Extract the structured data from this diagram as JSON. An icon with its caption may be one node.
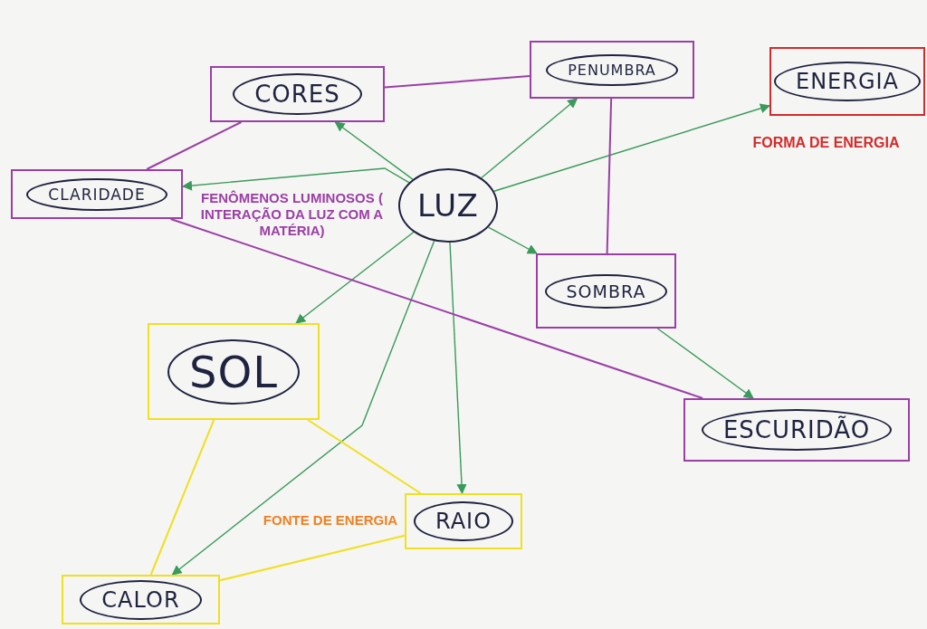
{
  "diagram": {
    "nodes": [
      {
        "text": [
          "LUZ"
        ]
      },
      {
        "text": [
          "CORES"
        ]
      },
      {
        "text": [
          "PENUMBRA"
        ]
      },
      {
        "text": [
          "ENERGIA"
        ]
      },
      {
        "text": [
          "CLARIDADE"
        ]
      },
      {
        "text": [
          "SOMBRA"
        ]
      },
      {
        "text": [
          "SOL"
        ]
      },
      {
        "text": [
          "ESCURIDÃO"
        ]
      },
      {
        "text": [
          "RAIO"
        ]
      },
      {
        "text": [
          "CALOR"
        ]
      }
    ],
    "edges": [
      {
        "from": 0,
        "to": 1,
        "arrow": "to"
      },
      {
        "from": 0,
        "to": 2,
        "arrow": "to"
      },
      {
        "from": 0,
        "to": 3,
        "arrow": "to"
      },
      {
        "from": 0,
        "to": 4,
        "arrow": "to"
      },
      {
        "from": 0,
        "to": 5,
        "arrow": "to"
      },
      {
        "from": 0,
        "to": 6,
        "arrow": "to"
      },
      {
        "from": 0,
        "to": 8,
        "arrow": "to"
      },
      {
        "from": 0,
        "to": 9,
        "arrow": "to"
      },
      {
        "from": 5,
        "to": 7,
        "arrow": "to"
      },
      {
        "from": 1,
        "to": 2,
        "arrow": "none",
        "color": "#9b3fa6"
      },
      {
        "from": 2,
        "to": 5,
        "arrow": "none",
        "color": "#9b3fa6"
      },
      {
        "from": 4,
        "to": 1,
        "arrow": "none",
        "color": "#9b3fa6"
      },
      {
        "from": 4,
        "to": 7,
        "arrow": "none",
        "color": "#9b3fa6"
      },
      {
        "from": 6,
        "to": 9,
        "arrow": "none",
        "color": "#f0e020"
      },
      {
        "from": 6,
        "to": 8,
        "arrow": "none",
        "color": "#f0e020"
      },
      {
        "from": 8,
        "to": 9,
        "arrow": "none",
        "color": "#f0e020"
      }
    ],
    "labels": [
      "FENÔMENOS LUMINOSOS ( INTERAÇÃO DA LUZ COM A MATÉRIA)",
      "FORMA DE ENERGIA",
      "FONTE DE ENERGIA"
    ]
  }
}
